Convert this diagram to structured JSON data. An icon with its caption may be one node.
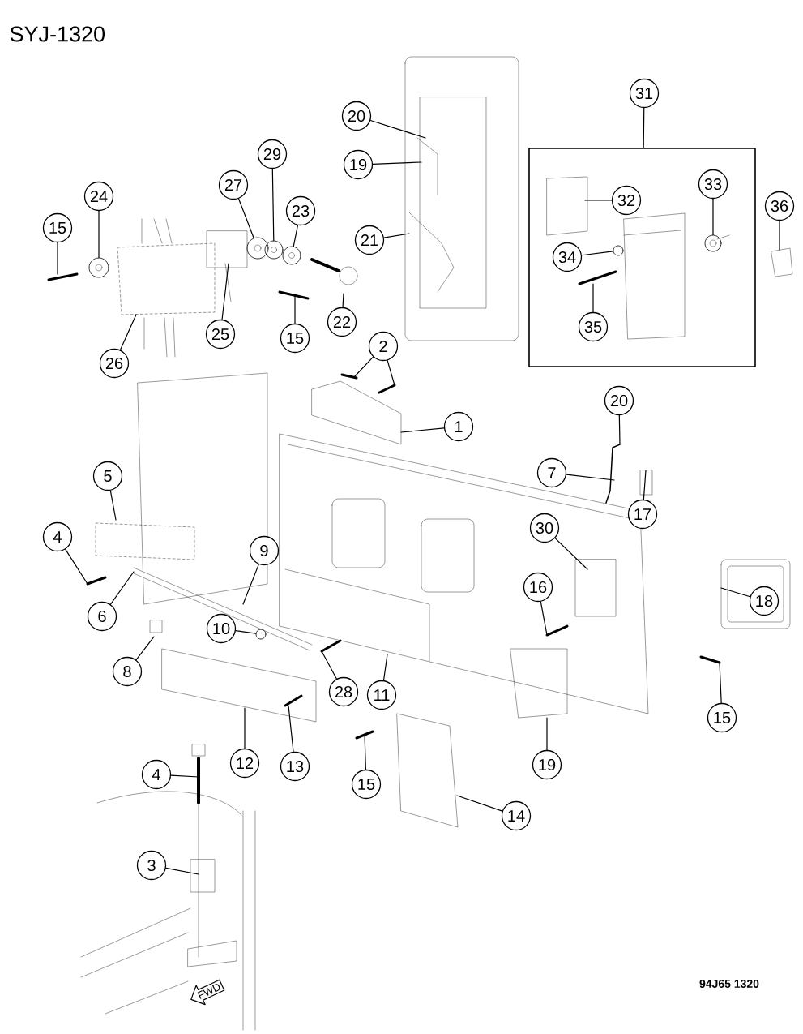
{
  "diagram": {
    "title": "SYJ-1320",
    "nodes": [
      {
        "text": [
          "31"
        ]
      },
      {
        "text": [],
        "shape": "box"
      },
      {
        "text": [
          "20"
        ]
      },
      {
        "text": [
          "19"
        ]
      },
      {
        "text": [
          "32"
        ],
        "in": 1
      },
      {
        "text": [
          "33"
        ],
        "in": 1
      },
      {
        "text": [
          "36"
        ]
      },
      {
        "text": [
          "15"
        ]
      },
      {
        "text": [
          "24"
        ]
      },
      {
        "text": [
          "27"
        ]
      },
      {
        "text": [
          "29"
        ]
      },
      {
        "text": [
          "23"
        ]
      },
      {
        "text": [
          "21"
        ]
      },
      {
        "text": [
          "34"
        ],
        "in": 1
      },
      {
        "text": [
          "35"
        ],
        "in": 1
      },
      {
        "text": [
          "22"
        ]
      },
      {
        "text": [
          "15"
        ]
      },
      {
        "text": [
          "25"
        ]
      },
      {
        "text": [
          "26"
        ]
      },
      {
        "text": [
          "2"
        ]
      },
      {
        "text": [
          "20"
        ]
      },
      {
        "text": [
          "1"
        ]
      },
      {
        "text": [
          "7"
        ]
      },
      {
        "text": [
          "5"
        ]
      },
      {
        "text": [
          "17"
        ]
      },
      {
        "text": [
          "4"
        ]
      },
      {
        "text": [
          "9"
        ]
      },
      {
        "text": [
          "30"
        ]
      },
      {
        "text": [
          "16"
        ]
      },
      {
        "text": [
          "18"
        ]
      },
      {
        "text": [
          "6"
        ]
      },
      {
        "text": [
          "10"
        ]
      },
      {
        "text": [
          "8"
        ]
      },
      {
        "text": [
          "28"
        ]
      },
      {
        "text": [
          "11"
        ]
      },
      {
        "text": [
          "12"
        ]
      },
      {
        "text": [
          "13"
        ]
      },
      {
        "text": [
          "15"
        ]
      },
      {
        "text": [
          "15"
        ]
      },
      {
        "text": [
          "19"
        ]
      },
      {
        "text": [
          "4"
        ]
      },
      {
        "text": [
          "14"
        ]
      },
      {
        "text": [
          "3"
        ]
      },
      {
        "text": [],
        "shape": "circle"
      },
      {
        "text": [],
        "shape": "circle"
      },
      {
        "text": [],
        "shape": "circle"
      },
      {
        "text": [],
        "shape": "circle"
      },
      {
        "text": [],
        "shape": "circle",
        "in": 1
      },
      {
        "text": [],
        "shape": "circle",
        "in": 1
      },
      {
        "text": [],
        "shape": "circle"
      }
    ],
    "edges": [
      {
        "from": 0,
        "to": 1,
        "arrow": "none"
      },
      {
        "from": 2,
        "to": null,
        "arrow": "none"
      },
      {
        "from": 3,
        "to": null,
        "arrow": "none"
      },
      {
        "from": 4,
        "to": null,
        "arrow": "none"
      },
      {
        "from": 5,
        "to": 47,
        "arrow": "none"
      },
      {
        "from": 6,
        "to": null,
        "arrow": "none"
      },
      {
        "from": 7,
        "to": null,
        "arrow": "none"
      },
      {
        "from": 8,
        "to": 43,
        "arrow": "none"
      },
      {
        "from": 9,
        "to": 44,
        "arrow": "none"
      },
      {
        "from": 10,
        "to": 45,
        "arrow": "none"
      },
      {
        "from": 11,
        "to": 46,
        "arrow": "none"
      },
      {
        "from": 12,
        "to": null,
        "arrow": "none"
      },
      {
        "from": 13,
        "to": 48,
        "arrow": "none"
      },
      {
        "from": 14,
        "to": null,
        "arrow": "none"
      },
      {
        "from": 15,
        "to": null,
        "arrow": "none"
      },
      {
        "from": 16,
        "to": null,
        "arrow": "none"
      },
      {
        "from": 17,
        "to": null,
        "arrow": "none"
      },
      {
        "from": 18,
        "to": null,
        "arrow": "none"
      },
      {
        "from": 19,
        "to": null,
        "arrow": "none"
      },
      {
        "from": 19,
        "to": null,
        "arrow": "none"
      },
      {
        "from": 20,
        "to": null,
        "arrow": "none"
      },
      {
        "from": 21,
        "to": null,
        "arrow": "none"
      },
      {
        "from": 22,
        "to": null,
        "arrow": "none"
      },
      {
        "from": 23,
        "to": null,
        "arrow": "none"
      },
      {
        "from": 24,
        "to": null,
        "arrow": "none"
      },
      {
        "from": 25,
        "to": null,
        "arrow": "none"
      },
      {
        "from": 26,
        "to": null,
        "arrow": "none"
      },
      {
        "from": 27,
        "to": null,
        "arrow": "none"
      },
      {
        "from": 28,
        "to": null,
        "arrow": "none"
      },
      {
        "from": 29,
        "to": null,
        "arrow": "none"
      },
      {
        "from": 30,
        "to": null,
        "arrow": "none"
      },
      {
        "from": 31,
        "to": 49,
        "arrow": "none"
      },
      {
        "from": 32,
        "to": null,
        "arrow": "none"
      },
      {
        "from": 33,
        "to": null,
        "arrow": "none"
      },
      {
        "from": 34,
        "to": null,
        "arrow": "none"
      },
      {
        "from": 35,
        "to": null,
        "arrow": "none"
      },
      {
        "from": 36,
        "to": null,
        "arrow": "none"
      },
      {
        "from": 37,
        "to": null,
        "arrow": "none"
      },
      {
        "from": 38,
        "to": null,
        "arrow": "none"
      },
      {
        "from": 39,
        "to": null,
        "arrow": "none"
      },
      {
        "from": 40,
        "to": null,
        "arrow": "none"
      },
      {
        "from": 41,
        "to": null,
        "arrow": "none"
      },
      {
        "from": 42,
        "to": null,
        "arrow": "none"
      }
    ],
    "labels": [
      "FWD",
      "94J65 1320"
    ]
  }
}
